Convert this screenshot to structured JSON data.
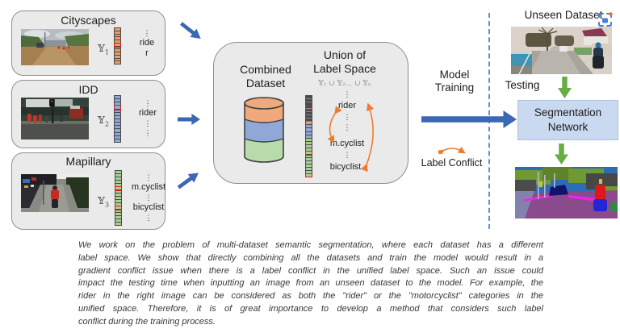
{
  "left_datasets": [
    {
      "title": "Cityscapes",
      "symbol": "𝕐",
      "index": "1",
      "label_lines": [
        "⋮",
        "ride",
        "r"
      ],
      "bar": {
        "groups": [
          {
            "n": 12,
            "fill": "#e89c66"
          }
        ],
        "red": [
          5
        ],
        "sep": "#4a4a4a"
      }
    },
    {
      "title": "IDD",
      "symbol": "𝕐",
      "index": "2",
      "label_lines": [
        "⋮",
        "rider",
        "⋮",
        "⋮"
      ],
      "bar": {
        "groups": [
          {
            "n": 14,
            "fill": "#8fa8d8"
          }
        ],
        "red": [
          3
        ],
        "sep": "#4a4a4a"
      }
    },
    {
      "title": "Mapillary",
      "symbol": "𝕐",
      "index": "3",
      "label_lines": [
        "⋮",
        "m.cyclist",
        "⋮",
        "bicyclist",
        "⋮"
      ],
      "bar": {
        "groups": [
          {
            "n": 17,
            "fill": "#a9cf92"
          }
        ],
        "red": [
          5,
          11
        ],
        "sep": "#4a4a4a"
      }
    }
  ],
  "center": {
    "combined_line1": "Combined",
    "combined_line2": "Dataset",
    "union_line1": "Union of",
    "union_line2": "Label Space",
    "formula": "𝕐₁ ∪ 𝕐₂... ∪ 𝕐ₙ",
    "dots": "⋮",
    "labels": {
      "rider": "rider",
      "mcyclist": "m.cyclist",
      "bicyclist": "bicyclist"
    },
    "union_bar": {
      "groups": [
        {
          "n": 8,
          "fill": "#4b4b4b",
          "sep": "#8a8a8a"
        },
        {
          "n": 1,
          "fill": "#e89c66"
        },
        {
          "n": 4,
          "fill": "#8fa8d8"
        },
        {
          "n": 12,
          "fill": "#a9cf92"
        }
      ],
      "red": [
        3,
        17,
        24
      ],
      "sep": "#4a4a4a"
    }
  },
  "flow": {
    "model_training_line1": "Model",
    "model_training_line2": "Training",
    "label_conflict": "Label Conflict"
  },
  "right": {
    "unseen_title": "Unseen Dataset",
    "testing": "Testing",
    "segnet_line1": "Segmentation",
    "segnet_line2": "Network"
  },
  "caption_lines": [
    "We work on the problem of multi-dataset semantic segmentation, where each dataset has a different",
    "label space. We show that directly combining all the datasets and train the model would result in a",
    "gradient conflict issue when there is a label conflict in the unified label space. Such an issue could",
    "impact the testing time when inputting an image from an unseen dataset to the model. For example, the",
    "rider in the right image can be considered as both the \"rider\" or the \"motorcyclist\" categories in the",
    "unified space. Therefore, it is of great importance to develop a method that considers such label",
    "conflict during the training process."
  ],
  "colors": {
    "arrow_blue": "#3b67b3",
    "dashed_line_blue": "#5b92d4",
    "conflict_orange": "#ed7d31",
    "testing_green": "#67ad45",
    "panel_gray": "#eaeaea",
    "panel_border": "#8f8f8f",
    "segnet_fill": "#c9d9ef",
    "bar_red_outline": "#e01f1f",
    "cylinder_orange": "#f0a97c",
    "cylinder_blue": "#8fa8d8",
    "cylinder_green": "#b7dbaa"
  }
}
